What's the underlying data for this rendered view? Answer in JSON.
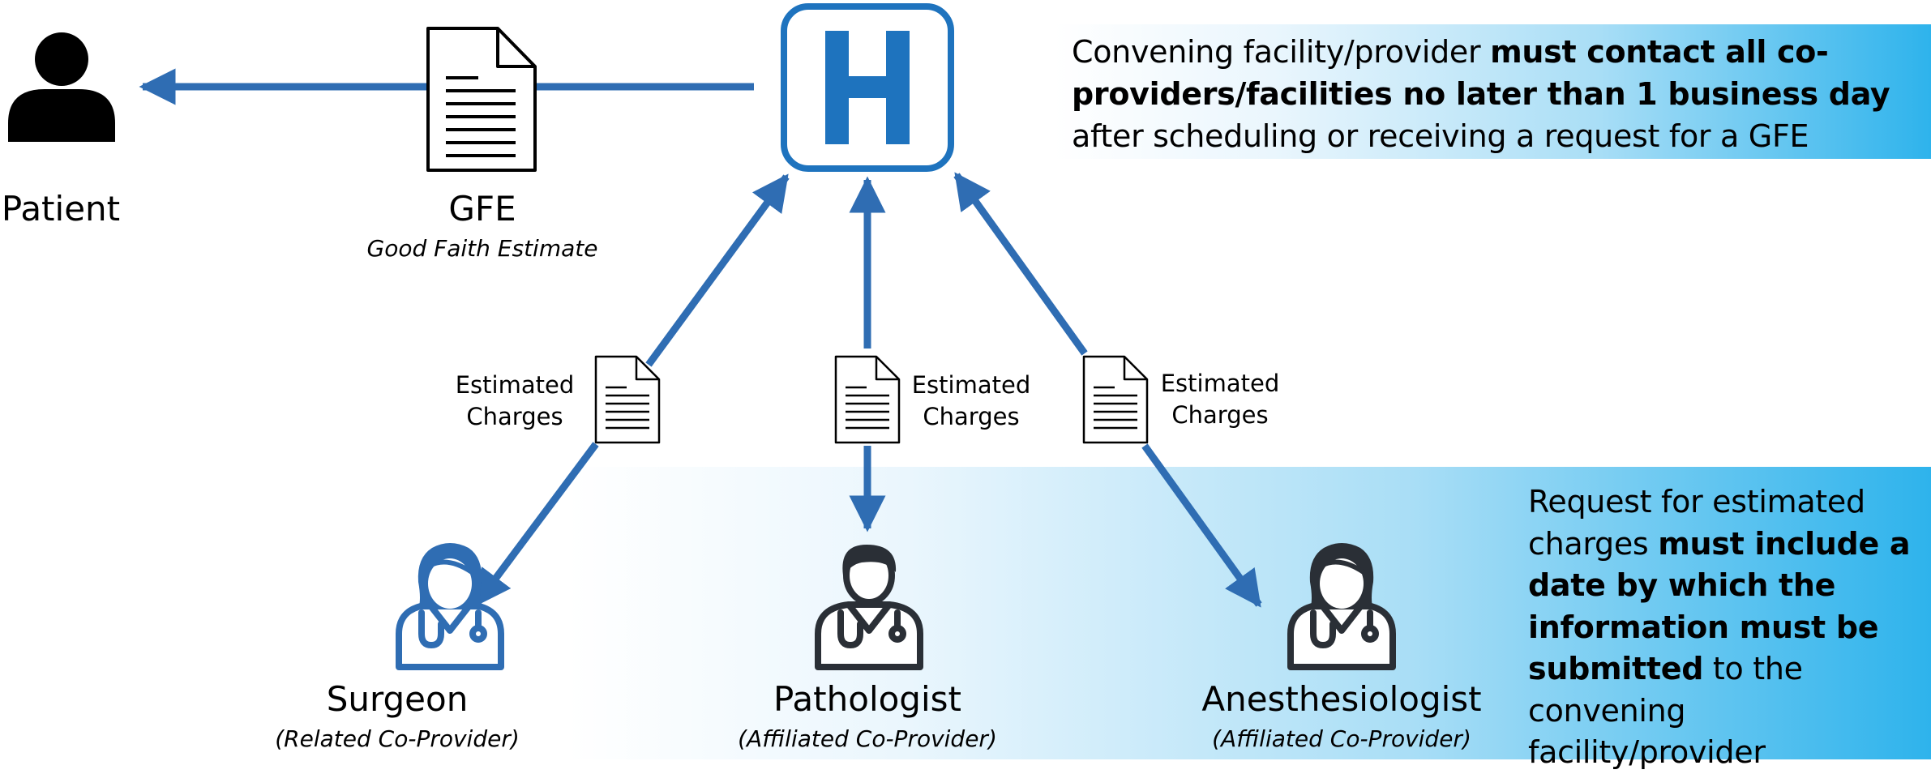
{
  "patient": {
    "label": "Patient"
  },
  "gfe": {
    "label": "GFE",
    "sublabel": "Good Faith Estimate"
  },
  "facility": {
    "icon_letter": "H"
  },
  "top_note": {
    "part1": "Convening facility/provider ",
    "bold": "must contact all co-providers/facilities no later than 1 business day",
    "part2": " after scheduling or receiving a request for a GFE"
  },
  "bottom_note": {
    "part1": "Request for estimated charges ",
    "bold1": "must include a date by which the information must be submitted",
    "part2": " to the convening facility/provider"
  },
  "estimated_charges": {
    "surgeon": {
      "line1": "Estimated",
      "line2": "Charges"
    },
    "pathologist": {
      "line1": "Estimated",
      "line2": "Charges"
    },
    "anesthesiologist": {
      "line1": "Estimated",
      "line2": "Charges"
    }
  },
  "providers": {
    "surgeon": {
      "name": "Surgeon",
      "role": "(Related Co-Provider)"
    },
    "pathologist": {
      "name": "Pathologist",
      "role": "(Affiliated Co-Provider)"
    },
    "anesthesiologist": {
      "name": "Anesthesiologist",
      "role": "(Affiliated Co-Provider)"
    }
  },
  "colors": {
    "arrow": "#2f6db3",
    "facility_blue": "#1e73be",
    "surgeon_blue": "#2f6db3",
    "icon_dark": "#2a2f36",
    "banner_end": "#2eb3ec"
  },
  "icons": {
    "patient": "person-icon",
    "gfe": "document-icon",
    "facility": "hospital-icon",
    "charges": "document-icon",
    "providers": "doctor-icon"
  }
}
